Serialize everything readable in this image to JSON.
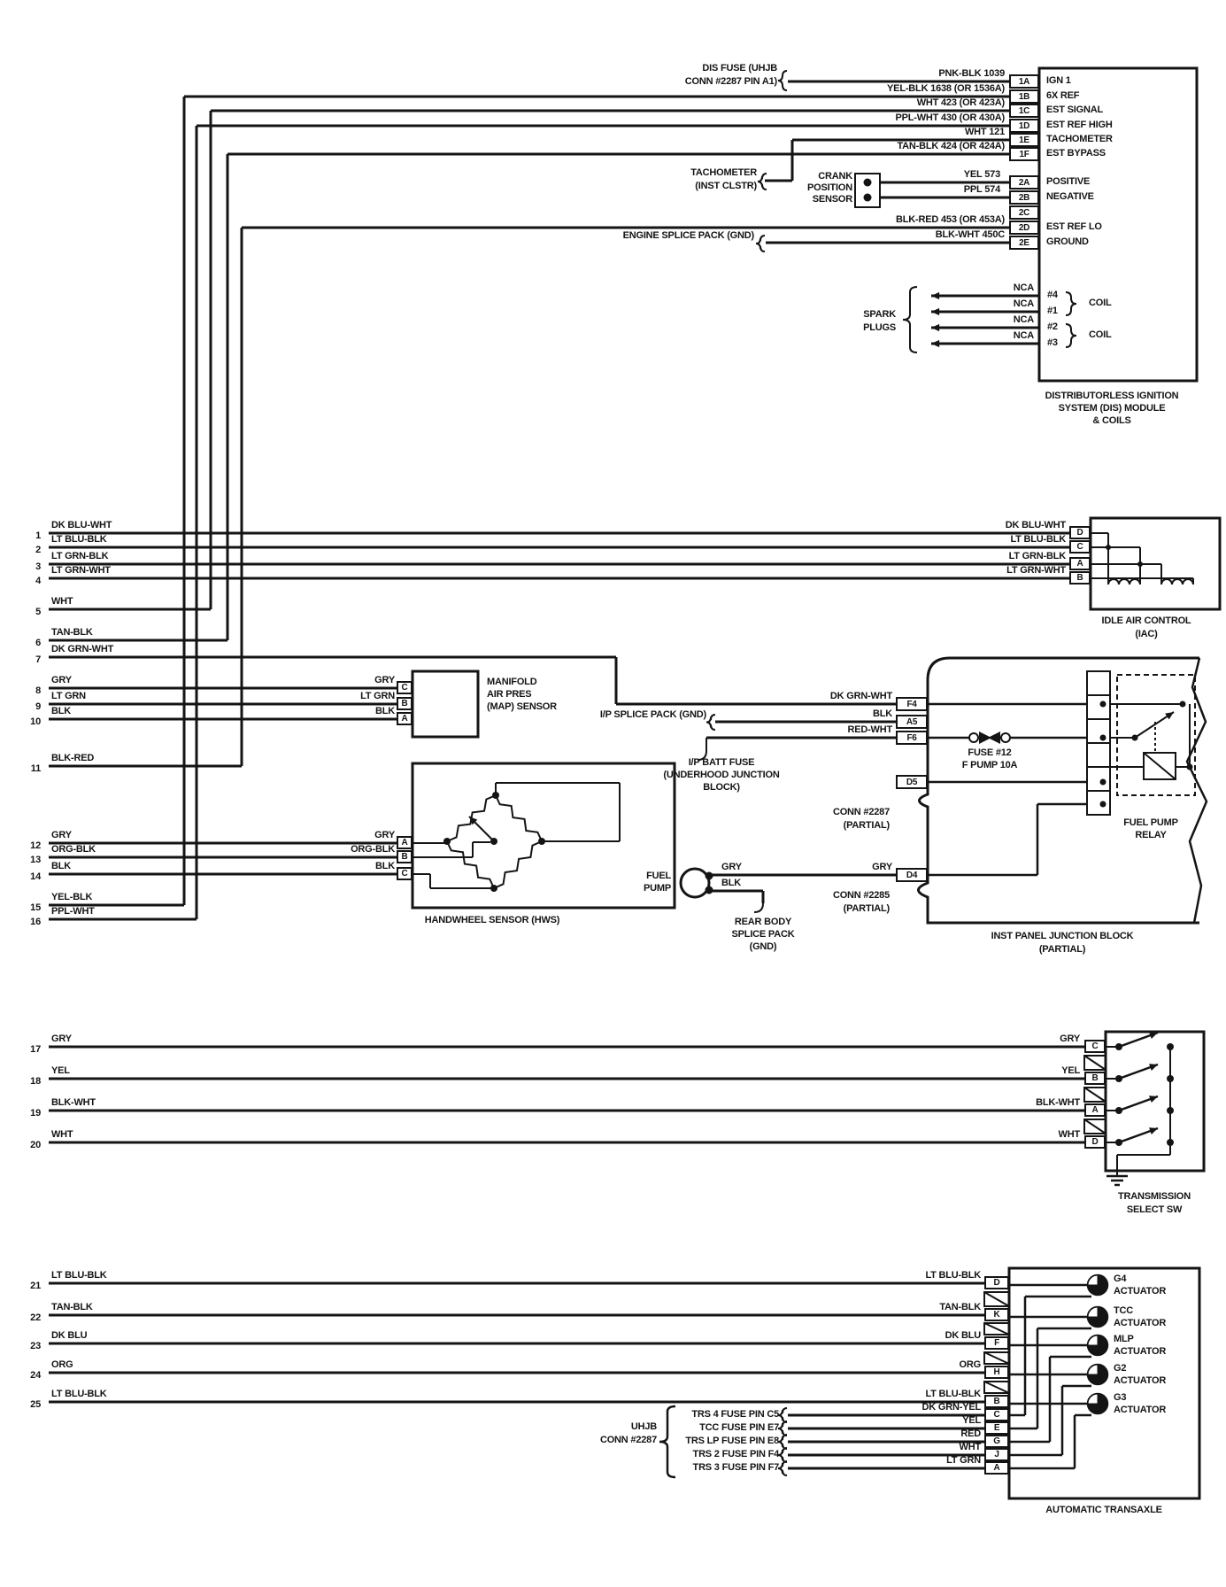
{
  "dis": {
    "fuse_src": [
      "DIS FUSE (UHJB",
      "CONN #2287 PIN A1)"
    ],
    "pins1": [
      {
        "pin": "1A",
        "name": "IGN 1",
        "wire": "PNK-BLK 1039"
      },
      {
        "pin": "1B",
        "name": "6X REF",
        "wire": "YEL-BLK 1638 (OR 1536A)"
      },
      {
        "pin": "1C",
        "name": "EST SIGNAL",
        "wire": "WHT 423 (OR 423A)"
      },
      {
        "pin": "1D",
        "name": "EST REF HIGH",
        "wire": "PPL-WHT 430 (OR 430A)"
      },
      {
        "pin": "1E",
        "name": "TACHOMETER",
        "wire": "WHT 121"
      },
      {
        "pin": "1F",
        "name": "EST BYPASS",
        "wire": "TAN-BLK 424 (OR 424A)"
      }
    ],
    "tach_src": [
      "TACHOMETER",
      "(INST CLSTR)"
    ],
    "crank_src": [
      "CRANK",
      "POSITION",
      "SENSOR"
    ],
    "pins2": [
      {
        "pin": "2A",
        "name": "POSITIVE",
        "wire": "YEL 573"
      },
      {
        "pin": "2B",
        "name": "NEGATIVE",
        "wire": "PPL 574"
      },
      {
        "pin": "2C",
        "name": "",
        "wire": ""
      },
      {
        "pin": "2D",
        "name": "EST REF LO",
        "wire": "BLK-RED 453 (OR 453A)"
      },
      {
        "pin": "2E",
        "name": "GROUND",
        "wire": "BLK-WHT 450C"
      }
    ],
    "engine_splice": "ENGINE SPLICE PACK (GND)",
    "spark_plugs": [
      "SPARK",
      "PLUGS"
    ],
    "plug_wires": [
      {
        "wire": "NCA",
        "plug": "#4"
      },
      {
        "wire": "NCA",
        "plug": "#1"
      },
      {
        "wire": "NCA",
        "plug": "#2"
      },
      {
        "wire": "NCA",
        "plug": "#3"
      }
    ],
    "coils": [
      "COIL",
      "COIL"
    ],
    "module": [
      "DISTRIBUTORLESS IGNITION",
      "SYSTEM (DIS) MODULE",
      "& COILS"
    ]
  },
  "iac": {
    "rows": [
      {
        "n": "1",
        "wire": "DK BLU-WHT",
        "pin": "D"
      },
      {
        "n": "2",
        "wire": "LT BLU-BLK",
        "pin": "C"
      },
      {
        "n": "3",
        "wire": "LT GRN-BLK",
        "pin": "A"
      },
      {
        "n": "4",
        "wire": "LT GRN-WHT",
        "pin": "B"
      }
    ],
    "label": [
      "IDLE AIR CONTROL",
      "(IAC)"
    ]
  },
  "risers": [
    {
      "n": "5",
      "wire": "WHT"
    },
    {
      "n": "6",
      "wire": "TAN-BLK"
    },
    {
      "n": "7",
      "wire": "DK GRN-WHT"
    },
    {
      "n": "11",
      "wire": "BLK-RED"
    },
    {
      "n": "15",
      "wire": "YEL-BLK"
    },
    {
      "n": "16",
      "wire": "PPL-WHT"
    }
  ],
  "map": {
    "rows": [
      {
        "n": "8",
        "wire": "GRY",
        "pin": "C"
      },
      {
        "n": "9",
        "wire": "LT GRN",
        "pin": "B"
      },
      {
        "n": "10",
        "wire": "BLK",
        "pin": "A"
      }
    ],
    "label": [
      "MANIFOLD",
      "AIR PRES",
      "(MAP) SENSOR"
    ]
  },
  "hws": {
    "rows": [
      {
        "n": "12",
        "wire": "GRY",
        "pin": "A"
      },
      {
        "n": "13",
        "wire": "ORG-BLK",
        "pin": "B"
      },
      {
        "n": "14",
        "wire": "BLK",
        "pin": "C"
      }
    ],
    "label": "HANDWHEEL SENSOR (HWS)"
  },
  "ipjb": {
    "f4": {
      "wire": "DK GRN-WHT",
      "pin": "F4"
    },
    "a5": {
      "wire": "BLK",
      "pin": "A5"
    },
    "f6": {
      "wire": "RED-WHT",
      "pin": "F6"
    },
    "d5": {
      "pin": "D5"
    },
    "d4": {
      "wire": "GRY",
      "pin": "D4"
    },
    "ip_splice": "I/P SPLICE PACK (GND)",
    "batt_fuse": [
      "I/P BATT FUSE",
      "(UNDERHOOD JUNCTION",
      "BLOCK)"
    ],
    "conn2287": [
      "CONN #2287",
      "(PARTIAL)"
    ],
    "conn2285": [
      "CONN #2285",
      "(PARTIAL)"
    ],
    "fuse12": [
      "FUSE #12",
      "F PUMP 10A"
    ],
    "relay": [
      "FUEL PUMP",
      "RELAY"
    ],
    "fuel_pump": [
      "FUEL",
      "PUMP"
    ],
    "pump_wires": [
      "GRY",
      "BLK"
    ],
    "rear_splice": [
      "REAR BODY",
      "SPLICE PACK",
      "(GND)"
    ],
    "label": [
      "INST PANEL JUNCTION BLOCK",
      "(PARTIAL)"
    ]
  },
  "tss": {
    "rows": [
      {
        "n": "17",
        "wire": "GRY",
        "pin": "C"
      },
      {
        "n": "18",
        "wire": "YEL",
        "pin": "B"
      },
      {
        "n": "19",
        "wire": "BLK-WHT",
        "pin": "A"
      },
      {
        "n": "20",
        "wire": "WHT",
        "pin": "D"
      }
    ],
    "label": [
      "TRANSMISSION",
      "SELECT SW"
    ]
  },
  "at": {
    "rows": [
      {
        "n": "21",
        "wire": "LT BLU-BLK",
        "pin": "D"
      },
      {
        "n": "22",
        "wire": "TAN-BLK",
        "pin": "K"
      },
      {
        "n": "23",
        "wire": "DK BLU",
        "pin": "F"
      },
      {
        "n": "24",
        "wire": "ORG",
        "pin": "H"
      },
      {
        "n": "25",
        "wire": "LT BLU-BLK",
        "pin": "B"
      }
    ],
    "actuators": [
      {
        "name": "G4",
        "type": "ACTUATOR"
      },
      {
        "name": "TCC",
        "type": "ACTUATOR"
      },
      {
        "name": "MLP",
        "type": "ACTUATOR"
      },
      {
        "name": "G2",
        "type": "ACTUATOR"
      },
      {
        "name": "G3",
        "type": "ACTUATOR"
      }
    ],
    "feeds": [
      {
        "src": "TRS 4 FUSE PIN C5",
        "wire": "DK GRN-YEL",
        "pin": "C"
      },
      {
        "src": "TCC FUSE PIN E7",
        "wire": "YEL",
        "pin": "E"
      },
      {
        "src": "TRS LP FUSE PIN E8",
        "wire": "RED",
        "pin": "G"
      },
      {
        "src": "TRS 2 FUSE PIN F4",
        "wire": "WHT",
        "pin": "J"
      },
      {
        "src": "TRS 3 FUSE PIN F7",
        "wire": "LT GRN",
        "pin": "A"
      }
    ],
    "uhjb": [
      "UHJB",
      "CONN #2287"
    ],
    "label": "AUTOMATIC TRANSAXLE"
  },
  "colors": {
    "ink": "#141414",
    "paper": "#ffffff"
  }
}
